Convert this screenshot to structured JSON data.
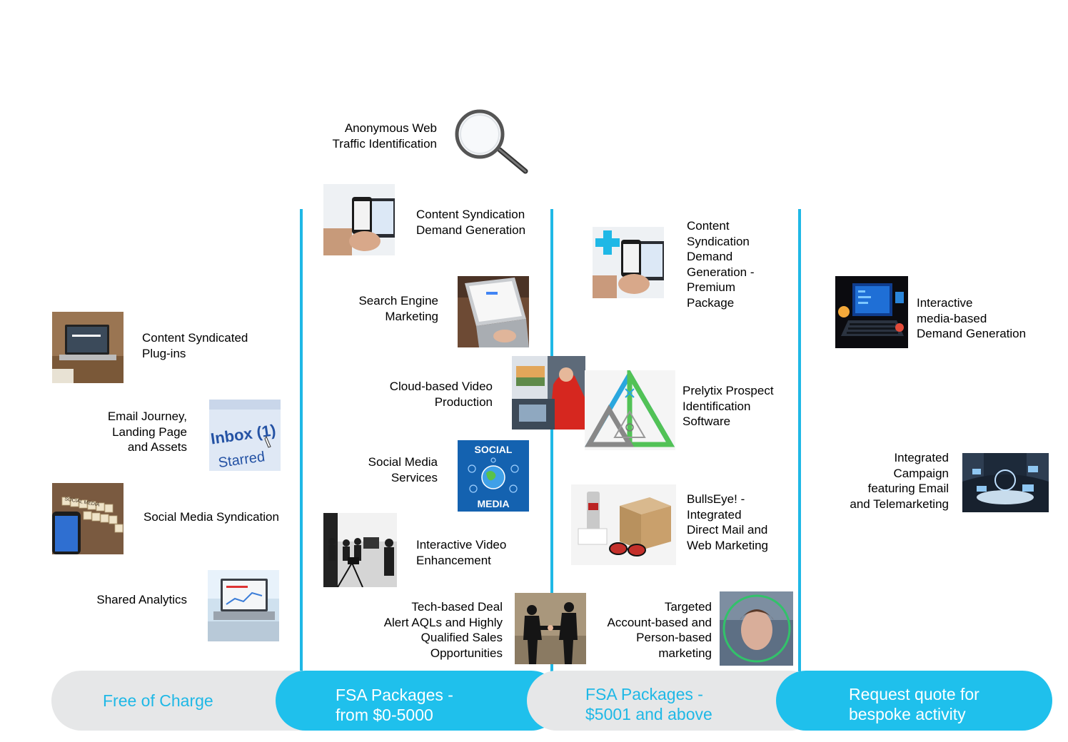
{
  "colors": {
    "accent": "#1fc0ec",
    "divider": "#1fb8e6",
    "pill_gray": "#e6e7e8"
  },
  "tiers": [
    {
      "label": "Free of Charge"
    },
    {
      "label": "FSA Packages -\nfrom $0-5000"
    },
    {
      "label": "FSA Packages -\n$5001 and above"
    },
    {
      "label": "Request quote for\nbespoke activity"
    }
  ],
  "free": {
    "content_syndicated": "Content Syndicated\nPlug-ins",
    "email_journey": "Email Journey,\nLanding Page\nand Assets",
    "social_syndication": "Social Media Syndication",
    "shared_analytics": "Shared Analytics"
  },
  "fsa_basic": {
    "anonymous_web": "Anonymous Web\nTraffic Identification",
    "content_syndication": "Content Syndication\nDemand Generation",
    "search_engine": "Search Engine\nMarketing",
    "cloud_video": "Cloud-based Video\nProduction",
    "social_services": "Social Media\nServices",
    "interactive_video": "Interactive Video\nEnhancement",
    "tech_deal": "Tech-based Deal\nAlert AQLs and Highly\nQualified Sales\nOpportunities"
  },
  "fsa_premium": {
    "content_premium": "Content\nSyndication\nDemand\nGeneration -\nPremium\nPackage",
    "prelytix": "Prelytix Prospect\nIdentification\nSoftware",
    "bullseye": "BullsEye! -\nIntegrated\nDirect Mail and\nWeb Marketing",
    "targeted": "Targeted\nAccount-based and\nPerson-based\nmarketing"
  },
  "bespoke": {
    "interactive_media": "Interactive\nmedia-based\nDemand Generation",
    "integrated_campaign": "Integrated\nCampaign\nfeaturing Email\nand Telemarketing"
  },
  "image_text": {
    "inbox": "Inbox (1)",
    "starred": "Starred",
    "social_1": "SOCIAL",
    "social_2": "MEDIA",
    "scrabble": "SOCIAL MEDIA"
  },
  "icons": [
    "magnifier-icon",
    "plus-icon"
  ]
}
